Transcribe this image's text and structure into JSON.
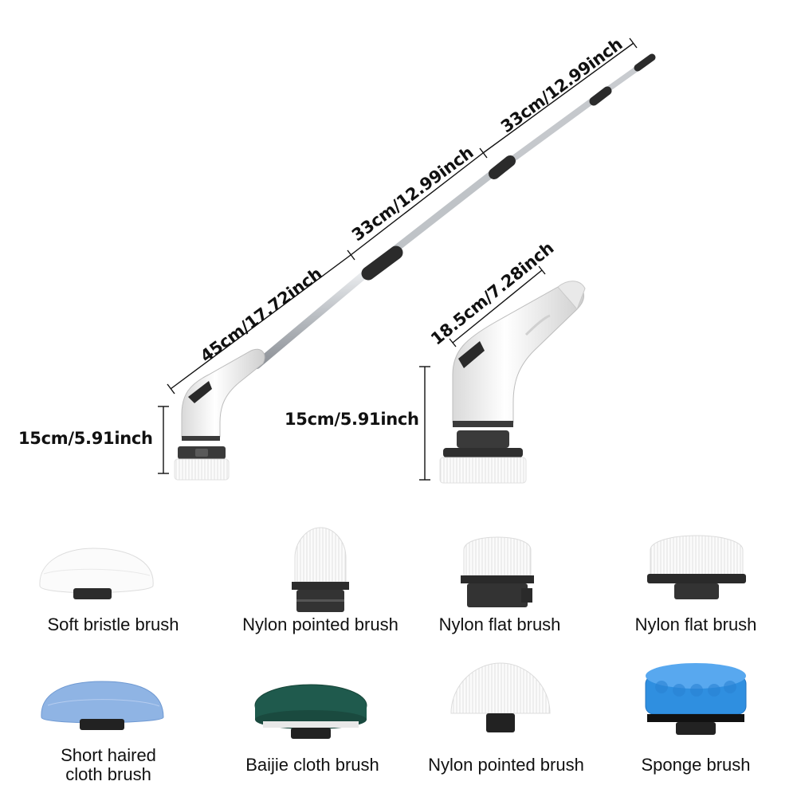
{
  "dimensions": {
    "handle_lower": "45cm/17.72inch",
    "handle_middle": "33cm/12.99inch",
    "handle_upper": "33cm/12.99inch",
    "head_height_left": "15cm/5.91inch",
    "head_length": "18.5cm/7.28inch",
    "head_height_right": "15cm/5.91inch"
  },
  "brush_heads": [
    {
      "name": "Soft bristle brush"
    },
    {
      "name": "Nylon pointed brush"
    },
    {
      "name": "Nylon flat brush"
    },
    {
      "name": "Nylon flat brush"
    },
    {
      "name": "Short haired cloth brush"
    },
    {
      "name": "Baijie cloth brush"
    },
    {
      "name": "Nylon pointed brush"
    },
    {
      "name": "Sponge brush"
    }
  ],
  "colors": {
    "handle_metal": "#c9ccd0",
    "grip": "#2a2a2a",
    "body_white": "#f2f2f2",
    "bristle_white": "#fafafa",
    "cloth_blue": "#7aa6dc",
    "scouring_green": "#1f5a4d",
    "sponge_blue": "#2f8fe0"
  }
}
